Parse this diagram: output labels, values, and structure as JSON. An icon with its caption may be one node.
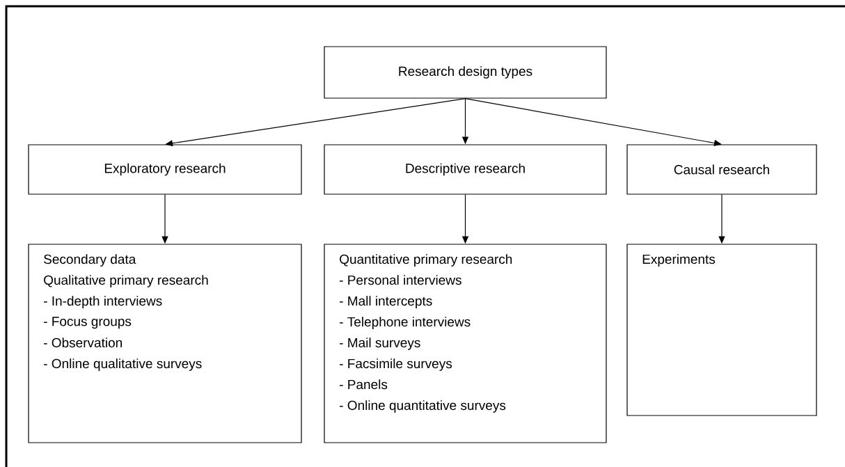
{
  "diagram": {
    "nodes": [
      {
        "text": [
          "Research design types"
        ]
      },
      {
        "text": [
          "Exploratory research"
        ]
      },
      {
        "text": [
          "Descriptive research"
        ]
      },
      {
        "text": [
          "Causal research"
        ]
      },
      {
        "text": [
          "Secondary data",
          "Qualitative primary research",
          "- In-depth interviews",
          "- Focus groups",
          "- Observation",
          "- Online qualitative surveys"
        ]
      },
      {
        "text": [
          "Quantitative primary research",
          "- Personal interviews",
          "- Mall intercepts",
          "- Telephone interviews",
          "- Mail surveys",
          "- Facsimile surveys",
          "- Panels",
          "- Online quantitative surveys"
        ]
      },
      {
        "text": [
          "Experiments"
        ]
      }
    ],
    "edges": [
      {
        "from": 0,
        "to": 1,
        "arrow": "to"
      },
      {
        "from": 0,
        "to": 2,
        "arrow": "to"
      },
      {
        "from": 0,
        "to": 3,
        "arrow": "to"
      },
      {
        "from": 1,
        "to": 4,
        "arrow": "to"
      },
      {
        "from": 2,
        "to": 5,
        "arrow": "to"
      },
      {
        "from": 3,
        "to": 6,
        "arrow": "to"
      }
    ]
  }
}
